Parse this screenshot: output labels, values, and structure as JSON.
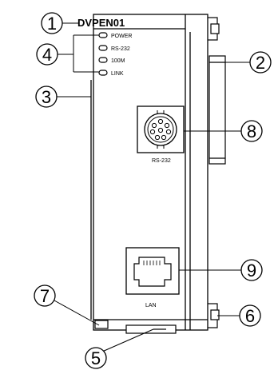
{
  "device": {
    "model": "DVPEN01",
    "leds": [
      {
        "label": "POWER"
      },
      {
        "label": "RS-232"
      },
      {
        "label": "100M"
      },
      {
        "label": "LINK"
      }
    ],
    "rs232_port_label": "RS-232",
    "lan_port_label": "LAN"
  },
  "callouts": [
    {
      "number": "1"
    },
    {
      "number": "2"
    },
    {
      "number": "3"
    },
    {
      "number": "4"
    },
    {
      "number": "5"
    },
    {
      "number": "6"
    },
    {
      "number": "7"
    },
    {
      "number": "8"
    },
    {
      "number": "9"
    }
  ],
  "colors": {
    "line": "#000000",
    "background": "#ffffff",
    "port_fill": "#ffffff"
  }
}
